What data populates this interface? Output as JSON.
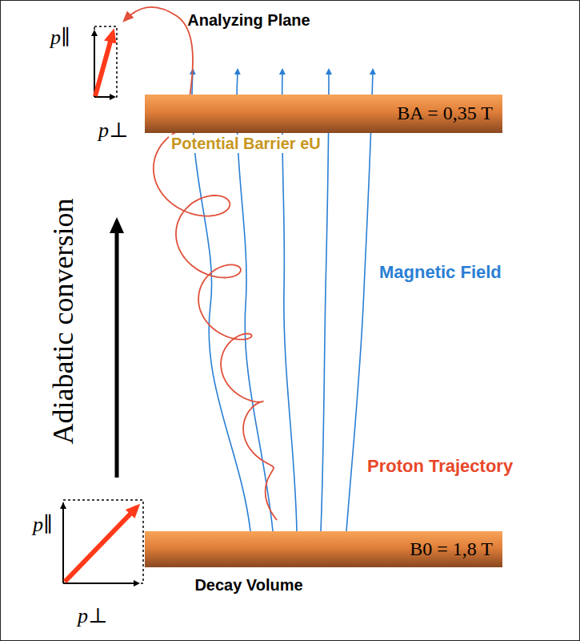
{
  "diagram": {
    "nodes": [
      {
        "text": [
          "Analyzing Plane",
          "BA = 0,35 T"
        ]
      },
      {
        "text": [
          "B0 = 1,8 T",
          "Decay Volume"
        ]
      }
    ],
    "labels": [
      "Potential Barrier eU",
      "Magnetic Field",
      "Proton Trajectory",
      "Adiabatic conversion",
      "p∥",
      "p⊥",
      "p∥",
      "p⊥"
    ]
  }
}
